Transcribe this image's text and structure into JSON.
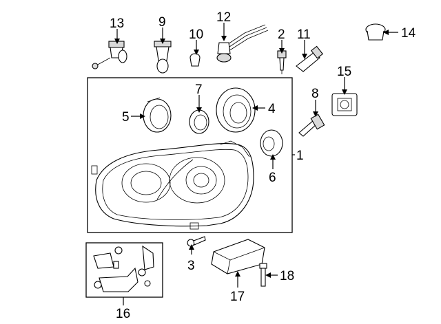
{
  "diagram": {
    "callouts": {
      "p1": "1",
      "p2": "2",
      "p3": "3",
      "p4": "4",
      "p5": "5",
      "p6": "6",
      "p7": "7",
      "p8": "8",
      "p9": "9",
      "p10": "10",
      "p11": "11",
      "p12": "12",
      "p13": "13",
      "p14": "14",
      "p15": "15",
      "p16": "16",
      "p17": "17",
      "p18": "18"
    },
    "parts": [
      "headlamp-assembly",
      "bulb-2",
      "screw-3",
      "housing-cover-4",
      "cover-ring-5",
      "bulb-cap-6",
      "ring-7",
      "bulb-8",
      "bulb-9",
      "bulb-10",
      "bulb-11",
      "socket-harness-12",
      "bulb-13",
      "cap-14",
      "igniter-15",
      "bracket-kit-16",
      "control-module-17",
      "bolt-18"
    ]
  }
}
